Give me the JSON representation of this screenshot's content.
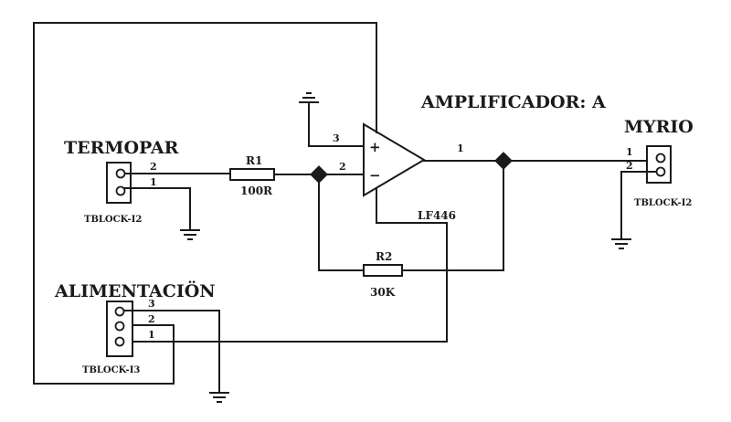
{
  "title": "AMPLIFICADOR: A",
  "opamp": {
    "part": "LF446",
    "plus": "+",
    "minus": "−",
    "pin_out": "1",
    "pin_plus": "3",
    "pin_minus": "2"
  },
  "termopar": {
    "name": "TERMOPAR",
    "part": "TBLOCK-I2",
    "pin_a": "2",
    "pin_b": "1"
  },
  "myrio": {
    "name": "MYRIO",
    "part": "TBLOCK-I2",
    "pin_a": "1",
    "pin_b": "2"
  },
  "alimentacion": {
    "name": "ALIMENTACIÖN",
    "part": "TBLOCK-I3",
    "pin_a": "3",
    "pin_b": "2",
    "pin_c": "1"
  },
  "r1": {
    "ref": "R1",
    "value": "100R"
  },
  "r2": {
    "ref": "R2",
    "value": "30K"
  }
}
